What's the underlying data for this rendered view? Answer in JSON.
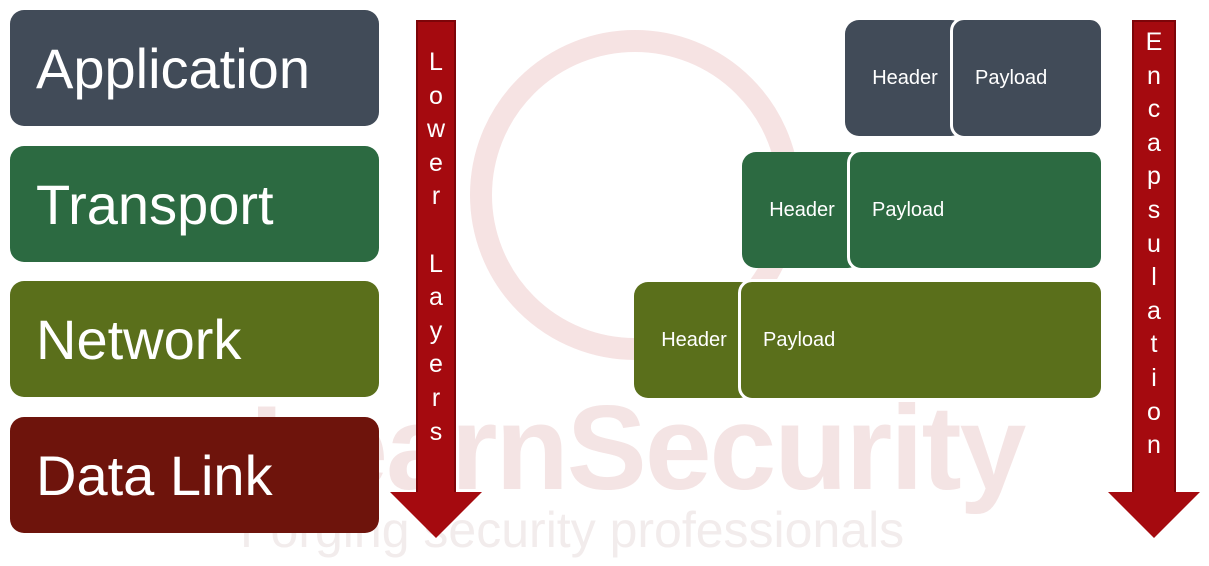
{
  "layers": [
    {
      "label": "Application",
      "color": "#414b58"
    },
    {
      "label": "Transport",
      "color": "#2c6a41"
    },
    {
      "label": "Network",
      "color": "#5a6f1b"
    },
    {
      "label": "Data Link",
      "color": "#6e140c"
    }
  ],
  "lower_arrow": {
    "letters": [
      "L",
      "o",
      "w",
      "e",
      "r",
      " ",
      "L",
      "a",
      "y",
      "e",
      "r",
      "s"
    ],
    "color": "#a50a0f"
  },
  "encapsulation_arrow": {
    "letters": [
      "E",
      "n",
      "c",
      "a",
      "p",
      "s",
      "u",
      "l",
      "a",
      "t",
      "i",
      "o",
      "n"
    ],
    "color": "#a50a0f"
  },
  "packets": [
    {
      "header": "Header",
      "payload": "Payload",
      "color": "#414b58"
    },
    {
      "header": "Header",
      "payload": "Payload",
      "color": "#2c6a41"
    },
    {
      "header": "Header",
      "payload": "Payload",
      "color": "#5a6f1b"
    }
  ],
  "watermark": {
    "word": "LearnSecurity",
    "tagline": "Forging security professionals"
  }
}
